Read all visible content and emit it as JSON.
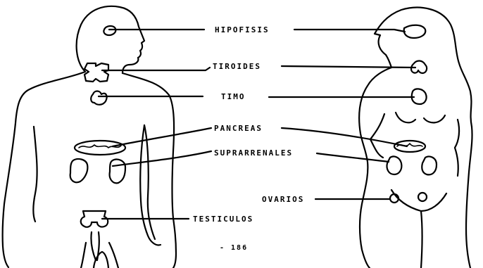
{
  "labels": {
    "hipofisis": "HIPOFISIS",
    "tiroides": "TIROIDES",
    "timo": "TIMO",
    "pancreas": "PANCREAS",
    "suprarrenales": "SUPRARRENALES",
    "ovarios": "OVARIOS",
    "testiculos": "TESTICULOS"
  },
  "page_number": "- 186"
}
